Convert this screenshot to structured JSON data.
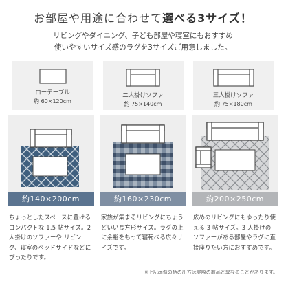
{
  "header": {
    "title_normal": "お部屋や用途に合わせて",
    "title_bold": "選べる3サイズ！",
    "intro_line1": "リビングやダイニング、子ども部屋や寝室にもおすすめ",
    "intro_line2": "使いやすいサイズ感のラグを3サイズご用意しました。"
  },
  "furniture": [
    {
      "icon": "low-table-icon",
      "name": "ローテーブル",
      "dim": "約 60×120cm"
    },
    {
      "icon": "two-seat-sofa-icon",
      "name": "二人掛けソファ",
      "dim": "約 75×140cm"
    },
    {
      "icon": "three-seat-sofa-icon",
      "name": "三人掛けソファ",
      "dim": "約 75×180cm"
    }
  ],
  "sizes": [
    {
      "label": "約140×200cm",
      "desc": "ちょっとしたスペースに置けるコンパクトな 1.5 帖サイズ。2 人掛けのソファーや リビング、寝室のベッドサイドなどにぴったりです。"
    },
    {
      "label": "約160×230cm",
      "desc": "家族が集まるリビングにちょうどいい長方形サイズ。ラグの上に余裕をもって寝転べる広々サイズです。"
    },
    {
      "label": "約200×250cm",
      "desc": "広めのリビングにもゆったり使える 3 帖サイズ。3 人掛けのソファーがある部屋やラグに直接座りたい方におすすめです。"
    }
  ],
  "footnote": "※上記画像の柄の出方は実際の商品と異なることがあります。",
  "colors": {
    "band_1": "#5b7490",
    "band_2": "#7f8fa3",
    "band_3": "#b3b5b8",
    "panel": "#eeeeee"
  }
}
